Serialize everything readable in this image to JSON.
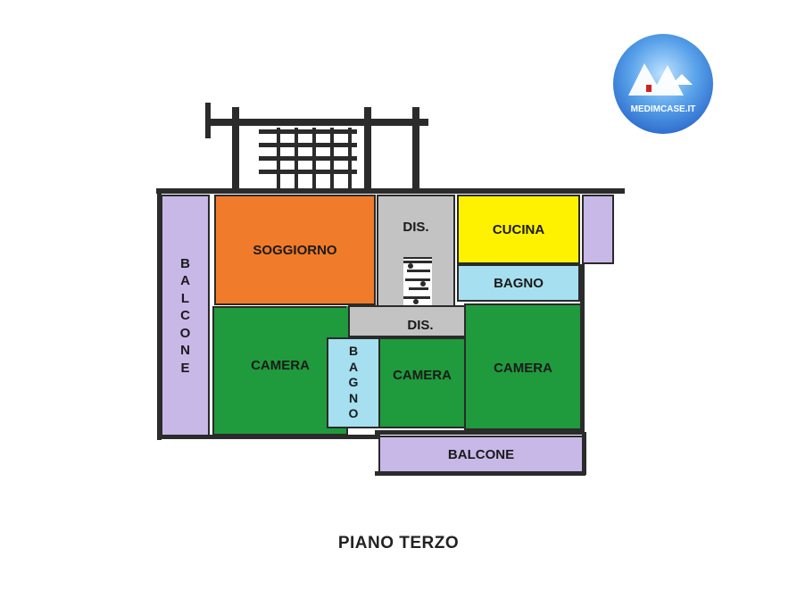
{
  "colors": {
    "soggiorno": "#f07b2a",
    "camera": "#1f9a3c",
    "cucina": "#fff200",
    "bagno": "#a5dff0",
    "dis": "#c3c3c3",
    "balcone": "#c8b8e8",
    "wall": "#2b2b2b",
    "logo_blue": "#3a7fd9"
  },
  "rooms": {
    "soggiorno": "SOGGIORNO",
    "dis_top": "DIS.",
    "cucina": "CUCINA",
    "bagno_right": "BAGNO",
    "dis_mid": "DIS.",
    "camera_left": "CAMERA",
    "bagno_vertical": [
      "B",
      "A",
      "G",
      "N",
      "O"
    ],
    "camera_center": "CAMERA",
    "camera_right": "CAMERA",
    "balcone_vertical": [
      "B",
      "A",
      "L",
      "C",
      "O",
      "N",
      "E"
    ],
    "balcone_bottom": "BALCONE"
  },
  "floor_label": "PIANO TERZO",
  "logo": {
    "text": "MEDIMCASE.IT",
    "icon": "house-mountain-icon"
  }
}
